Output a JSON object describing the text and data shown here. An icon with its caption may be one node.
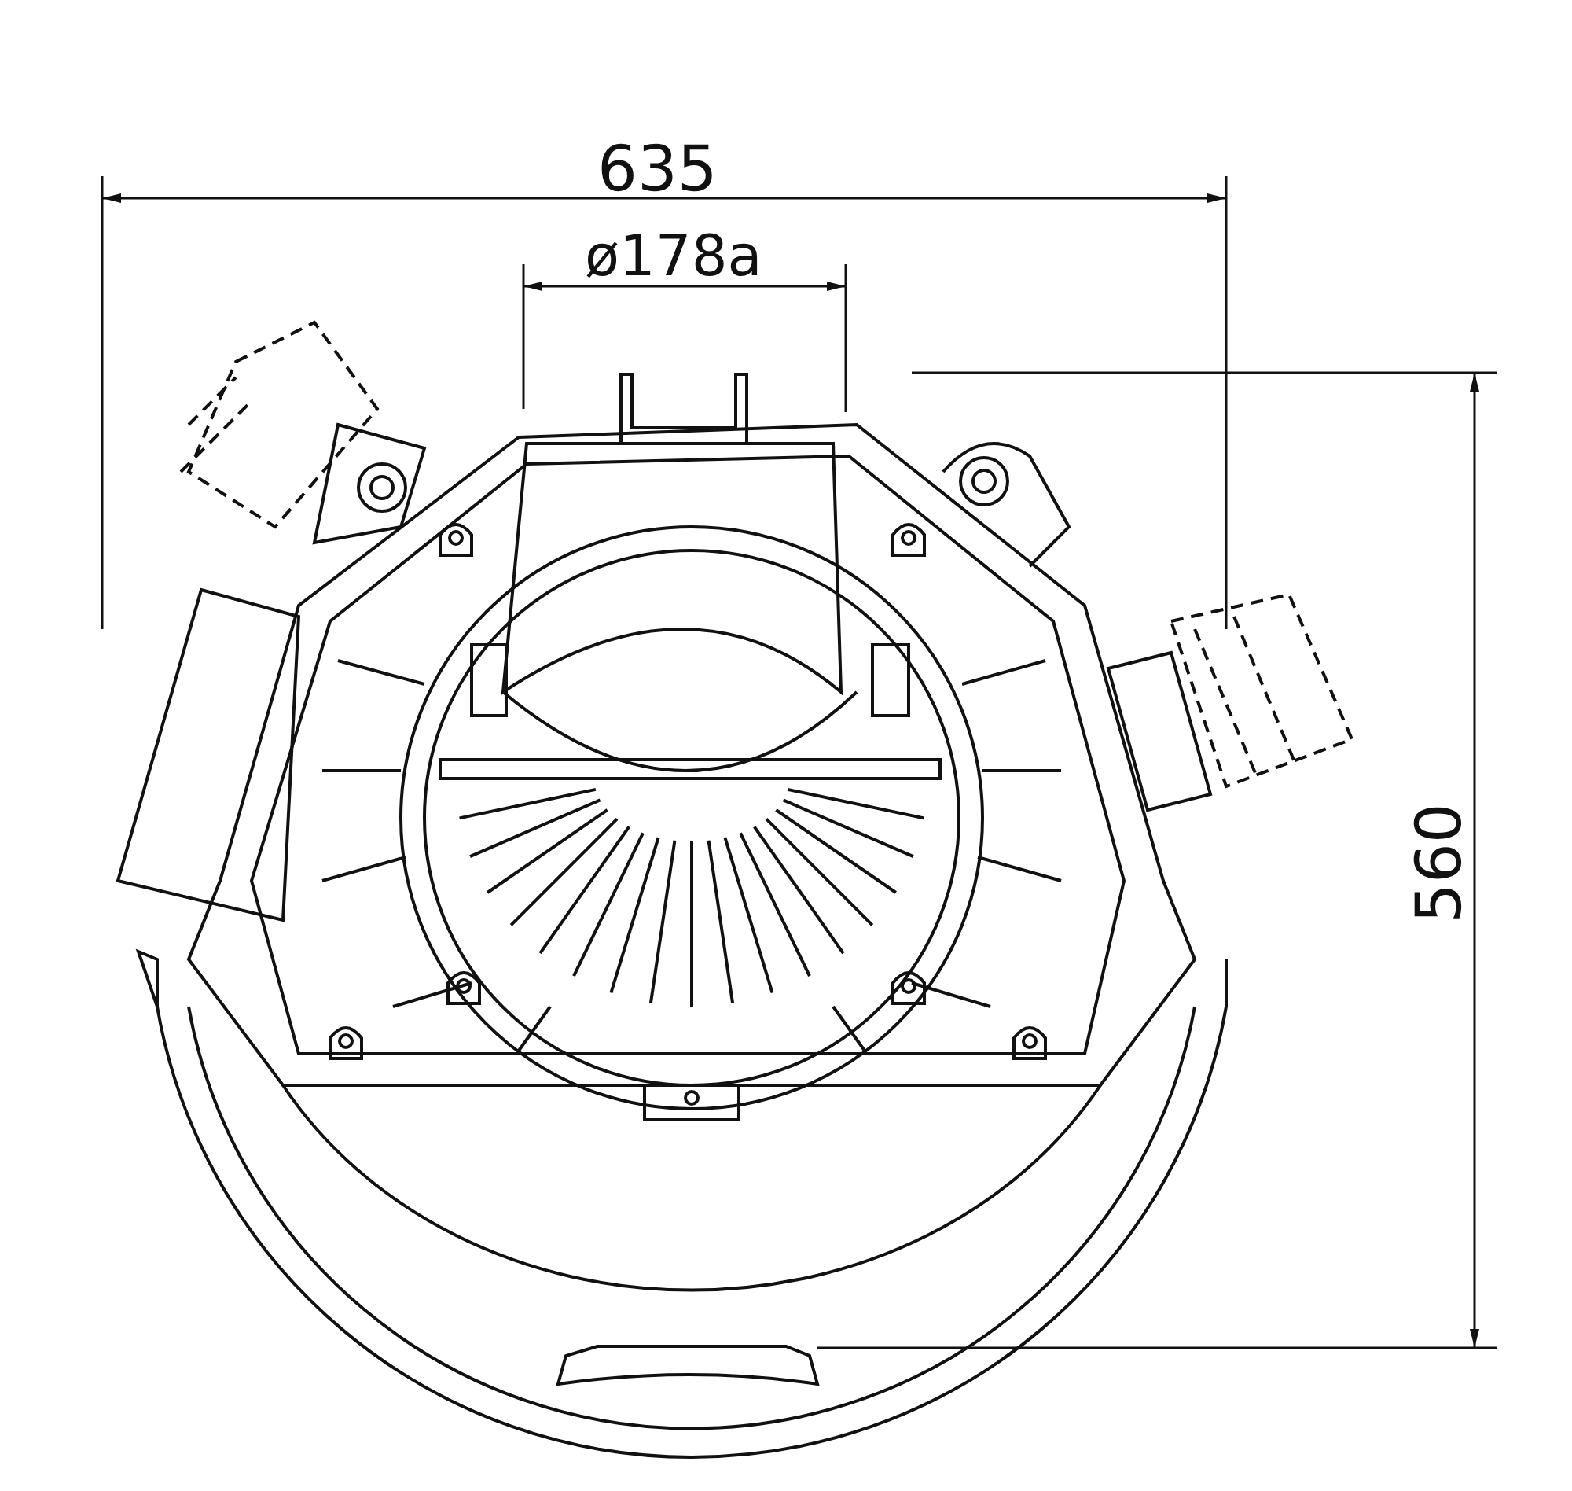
{
  "diagram": {
    "labels": [
      "635",
      "ø178a",
      "560"
    ]
  }
}
